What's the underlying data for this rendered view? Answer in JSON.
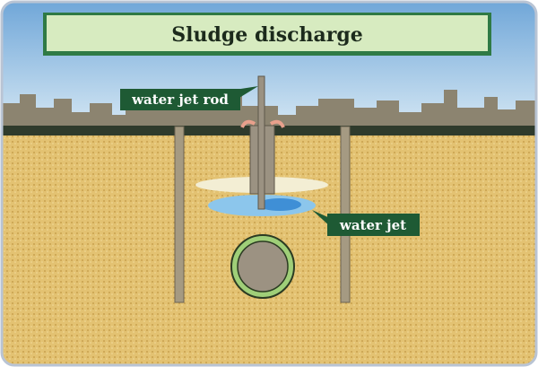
{
  "title": "Sludge discharge",
  "labels": {
    "rod": "water jet rod",
    "jet": "water jet"
  },
  "colors": {
    "sky": "#a9cbe6",
    "soil": "#e2c070",
    "label_bg": "#1e5a34",
    "banner": "#d7ebc0",
    "water": "#7fbde6"
  }
}
